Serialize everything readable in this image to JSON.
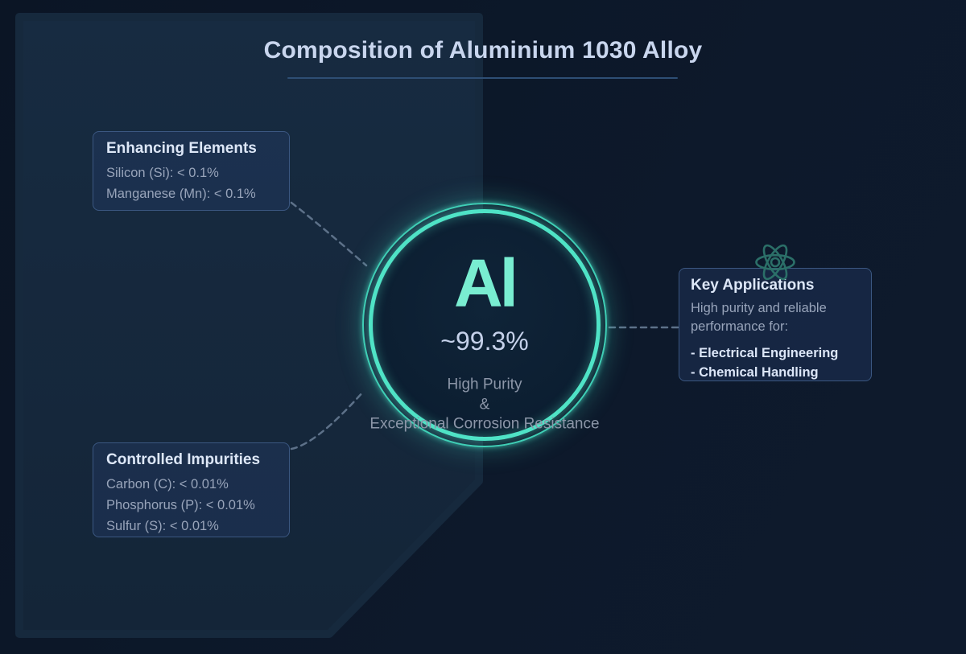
{
  "title": "Composition of Aluminium 1030 Alloy",
  "element": {
    "symbol": "Al",
    "purity": "~99.3%",
    "subtitle_line1": "High Purity",
    "subtitle_line2": "&",
    "subtitle_line3": "Exceptional Corrosion Resistance"
  },
  "cards": {
    "enhancing": {
      "heading": "Enhancing Elements",
      "items": [
        "Silicon (Si): < 0.1%",
        "Manganese (Mn): < 0.1%"
      ]
    },
    "impurities": {
      "heading": "Controlled Impurities",
      "items": [
        "Carbon (C): < 0.01%",
        "Phosphorus (P): < 0.01%",
        "Sulfur (S): < 0.01%"
      ]
    },
    "applications": {
      "heading": "Key Applications",
      "intro_line1": "High purity and reliable",
      "intro_line2": "performance for:",
      "items": [
        "- Electrical Engineering",
        "- Chemical Handling"
      ]
    }
  },
  "icons": {
    "atom": "atom-icon"
  },
  "colors": {
    "accent_teal": "#4fe3c6",
    "ring_outer_teal": "#3ecdb4",
    "symbol_mint": "#79edd1",
    "title_text": "#c9d6ee",
    "heading_text": "#dde7f7",
    "body_text": "#98a4ba",
    "bright_list_text": "#dce6f8",
    "subtitle_gray": "#8c96a8",
    "connector_gray": "#5d7189",
    "card_border": "#3b5781",
    "background_dark": "#0c1728",
    "panel_navy": "#16293d",
    "atom_icon_teal": "#2b6f68"
  }
}
